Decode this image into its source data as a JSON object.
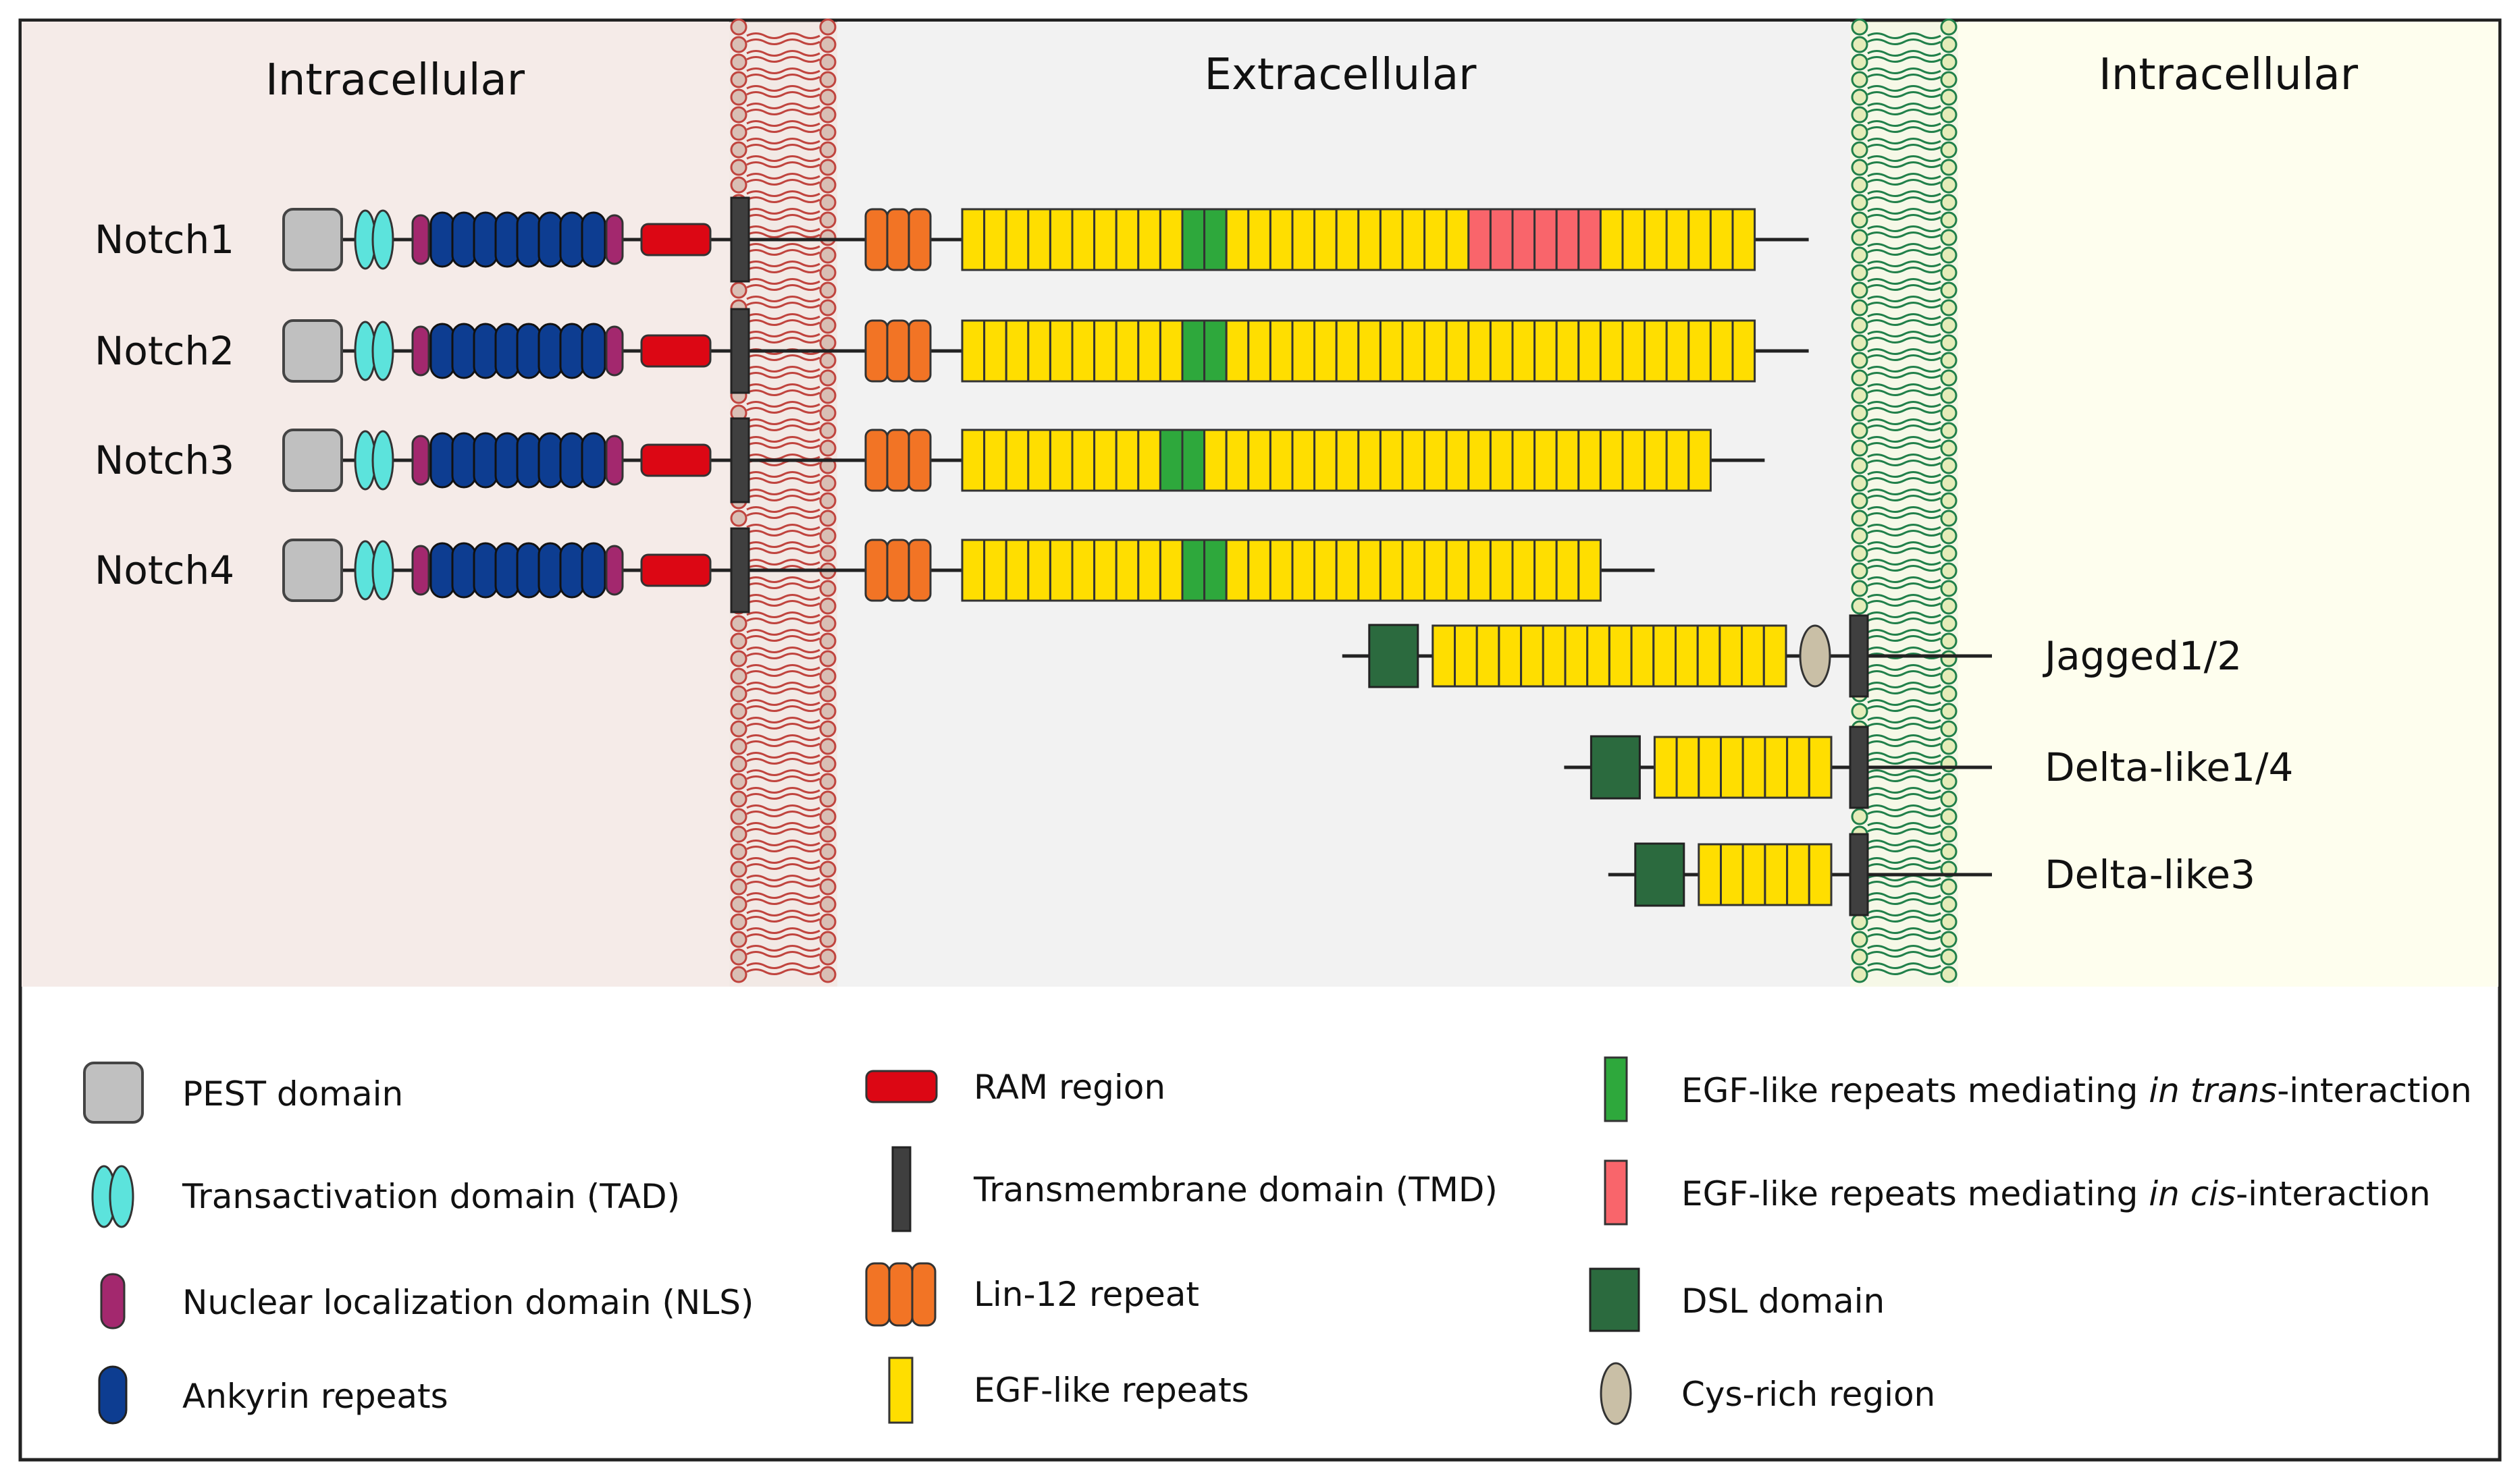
{
  "regions": {
    "left_title": "Intracellular",
    "middle_title": "Extracellular",
    "right_title": "Intracellular"
  },
  "colors": {
    "left_bg": "#f5ebe8",
    "middle_bg": "#f2f2f2",
    "right_bg": "#fefeee",
    "red_membrane": "#c0443e",
    "red_membrane_fill": "#d9bfb5",
    "green_membrane": "#21804a",
    "green_membrane_fill": "#e5ecb9",
    "pest": "#c0c0c0",
    "tad": "#5ce3dc",
    "nls": "#a3286e",
    "ankyrin": "#0d3d91",
    "ram": "#dc0714",
    "tmd": "#3f3f3f",
    "lin12": "#f27425",
    "egf": "#ffde00",
    "egf_trans": "#2ea83c",
    "egf_cis": "#f9656b",
    "dsl": "#2b6a3e",
    "cys": "#c9bfa6"
  },
  "receptors": [
    {
      "name": "Notch1",
      "egf_total": 36,
      "trans_at": [
        10,
        11
      ],
      "cis_at": [
        23,
        24,
        25,
        26,
        27,
        28
      ],
      "tail": "long"
    },
    {
      "name": "Notch2",
      "egf_total": 36,
      "trans_at": [
        10,
        11
      ],
      "cis_at": [],
      "tail": "long"
    },
    {
      "name": "Notch3",
      "egf_total": 34,
      "trans_at": [
        9,
        10
      ],
      "cis_at": [],
      "tail": "long"
    },
    {
      "name": "Notch4",
      "egf_total": 29,
      "trans_at": [
        10,
        11
      ],
      "cis_at": [],
      "tail": "long"
    }
  ],
  "ligands": [
    {
      "name": "Jagged1/2",
      "egf_total": 16,
      "cys_rich": true
    },
    {
      "name": "Delta-like1/4",
      "egf_total": 8,
      "cys_rich": false
    },
    {
      "name": "Delta-like3",
      "egf_total": 6,
      "cys_rich": false
    }
  ],
  "legend": {
    "pest": "PEST domain",
    "tad": "Transactivation domain (TAD)",
    "nls": "Nuclear localization domain (NLS)",
    "ankyrin": "Ankyrin repeats",
    "ram": "RAM region",
    "tmd": "Transmembrane domain (TMD)",
    "lin12": "Lin-12 repeat",
    "egf": "EGF-like repeats",
    "trans_prefix": "EGF-like repeats mediating ",
    "trans_italic": "in trans",
    "trans_suffix": "-interaction",
    "cis_prefix": "EGF-like repeats mediating ",
    "cis_italic": "in cis",
    "cis_suffix": "-interaction",
    "dsl": "DSL domain",
    "cys": "Cys-rich region"
  }
}
